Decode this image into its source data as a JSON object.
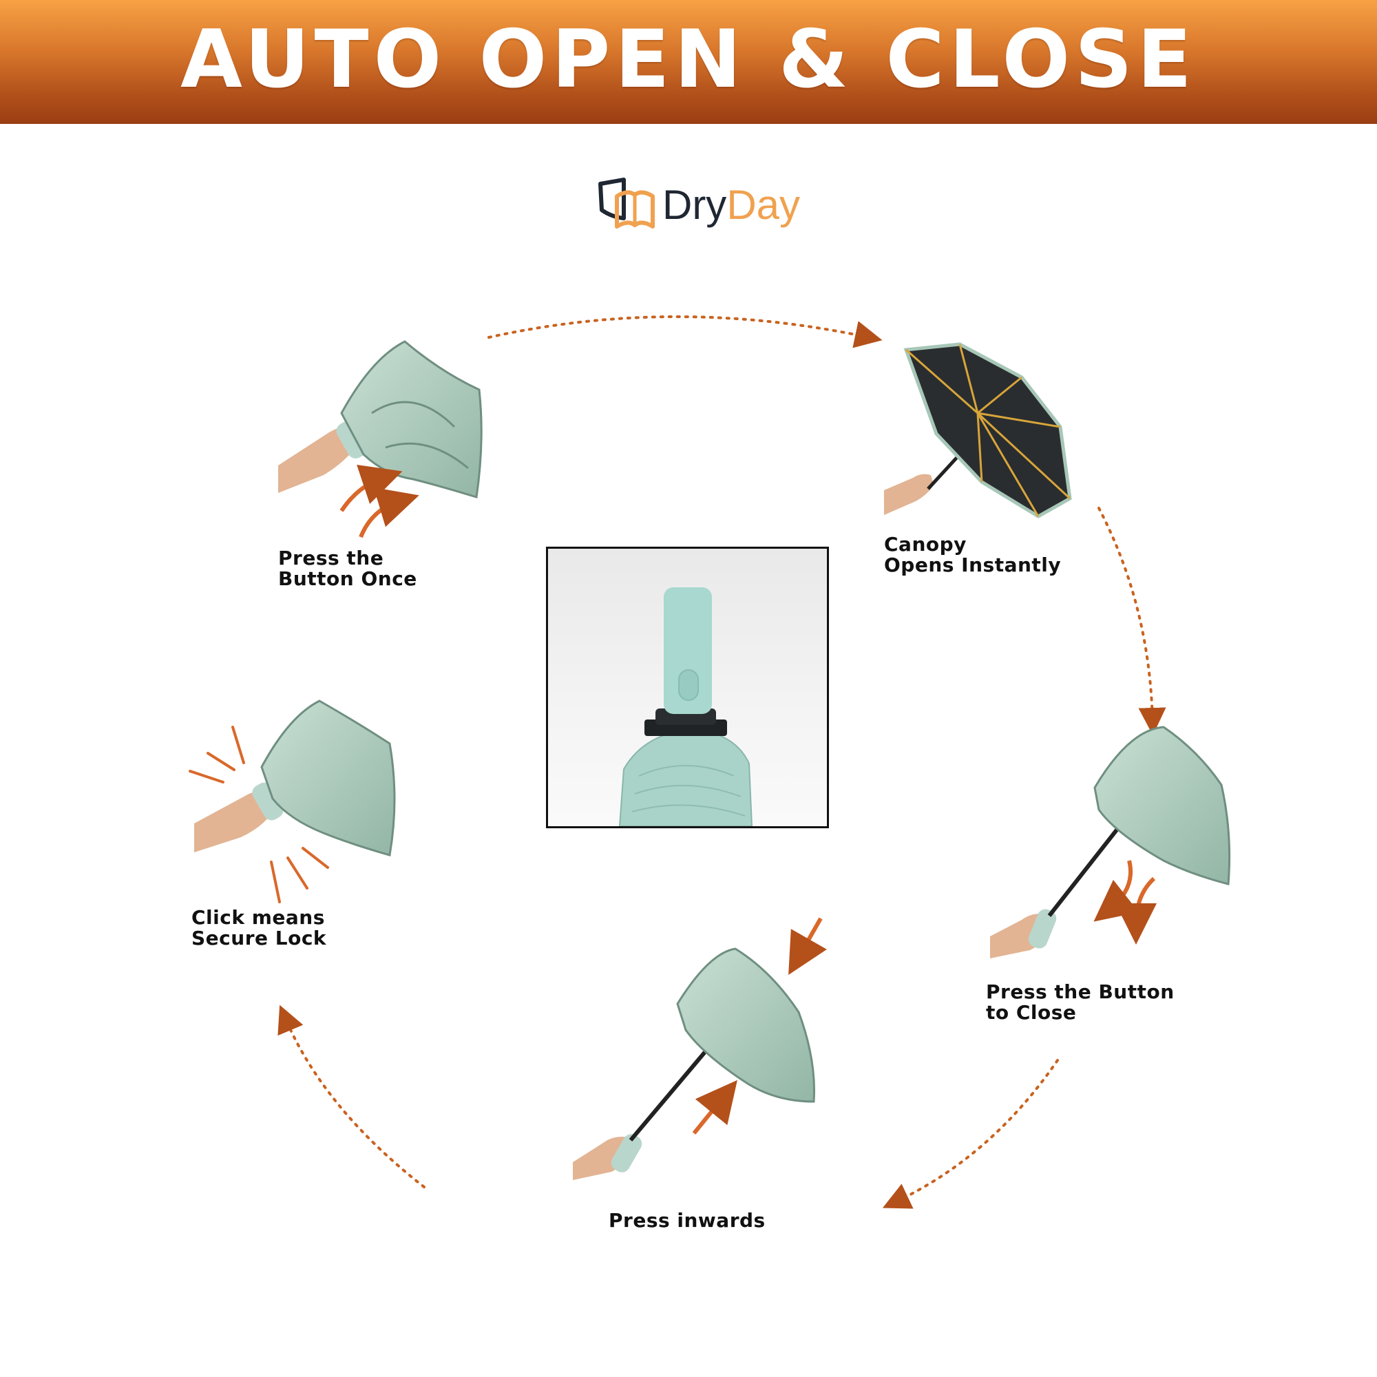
{
  "banner": {
    "title": "AUTO OPEN & CLOSE",
    "colors": {
      "top": "#f7a144",
      "bottom": "#9a3d12"
    }
  },
  "brand": {
    "part1": "Dry",
    "part2": "Day",
    "colors": {
      "dark": "#1f2733",
      "accent": "#f0a14f"
    },
    "icon": "shield-book-icon"
  },
  "steps": [
    {
      "lines": [
        "Press the",
        "Button Once"
      ]
    },
    {
      "lines": [
        "Canopy",
        "Opens Instantly"
      ]
    },
    {
      "lines": [
        "Press the Button",
        "to Close"
      ]
    },
    {
      "lines": [
        "Press inwards"
      ]
    },
    {
      "lines": [
        "Click means",
        "Secure Lock"
      ]
    }
  ],
  "colors": {
    "canopy": "#b3d0c2",
    "canopy_dark": "#8fb3a2",
    "handle": "#a8d8cf",
    "arrow": "#c9621f",
    "ink": "#111111"
  }
}
